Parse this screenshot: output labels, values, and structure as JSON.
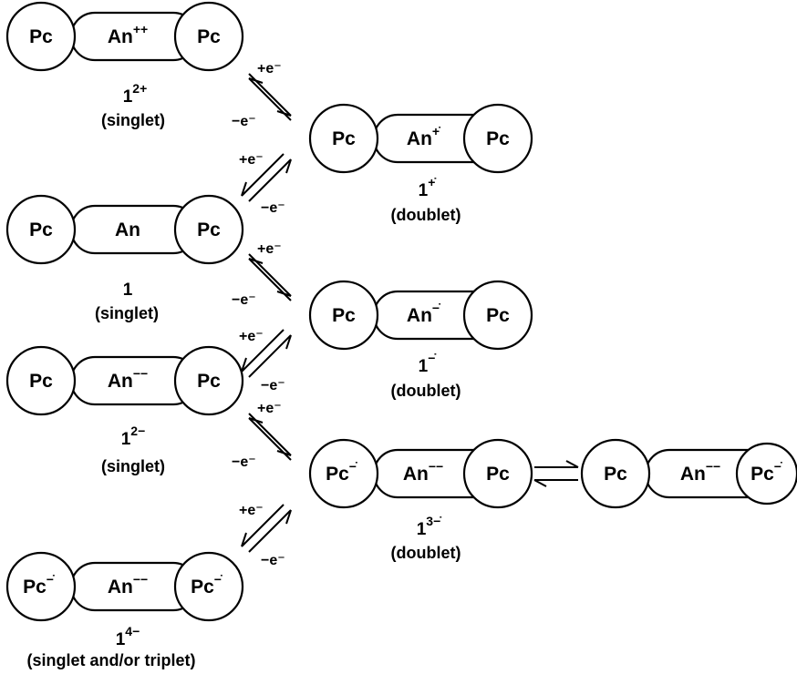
{
  "pc_label": "Pc",
  "an_label": "An",
  "electron_add": "+e⁻",
  "electron_remove": "−e⁻",
  "species": [
    {
      "id": "1-2plus",
      "left": {
        "text": "Pc",
        "sup": ""
      },
      "middle": {
        "text": "An",
        "sup": "++"
      },
      "right": {
        "text": "Pc",
        "sup": ""
      },
      "compound": "1",
      "charge": "2+",
      "multiplicity": "(singlet)"
    },
    {
      "id": "1-plus",
      "left": {
        "text": "Pc",
        "sup": ""
      },
      "middle": {
        "text": "An",
        "sup": "+̇"
      },
      "right": {
        "text": "Pc",
        "sup": ""
      },
      "compound": "1",
      "charge": "+̇",
      "multiplicity": "(doublet)"
    },
    {
      "id": "1",
      "left": {
        "text": "Pc",
        "sup": ""
      },
      "middle": {
        "text": "An",
        "sup": ""
      },
      "right": {
        "text": "Pc",
        "sup": ""
      },
      "compound": "1",
      "charge": "",
      "multiplicity": "(singlet)"
    },
    {
      "id": "1-minus",
      "left": {
        "text": "Pc",
        "sup": ""
      },
      "middle": {
        "text": "An",
        "sup": "−̇"
      },
      "right": {
        "text": "Pc",
        "sup": ""
      },
      "compound": "1",
      "charge": "−̇",
      "multiplicity": "(doublet)"
    },
    {
      "id": "1-2minus",
      "left": {
        "text": "Pc",
        "sup": ""
      },
      "middle": {
        "text": "An",
        "sup": "−−"
      },
      "right": {
        "text": "Pc",
        "sup": ""
      },
      "compound": "1",
      "charge": "2−",
      "multiplicity": "(singlet)"
    },
    {
      "id": "1-3minus-a",
      "left": {
        "text": "Pc",
        "sup": "−̇"
      },
      "middle": {
        "text": "An",
        "sup": "−−"
      },
      "right": {
        "text": "Pc",
        "sup": ""
      },
      "compound": "1",
      "charge": "3−̇",
      "multiplicity": "(doublet)"
    },
    {
      "id": "1-3minus-b",
      "left": {
        "text": "Pc",
        "sup": ""
      },
      "middle": {
        "text": "An",
        "sup": "−−"
      },
      "right": {
        "text": "Pc",
        "sup": "−̇"
      },
      "compound": "",
      "charge": "",
      "multiplicity": ""
    },
    {
      "id": "1-4minus",
      "left": {
        "text": "Pc",
        "sup": "−̇"
      },
      "middle": {
        "text": "An",
        "sup": "−−"
      },
      "right": {
        "text": "Pc",
        "sup": "−̇"
      },
      "compound": "1",
      "charge": "4−",
      "multiplicity": "(singlet and/or triplet)"
    }
  ]
}
